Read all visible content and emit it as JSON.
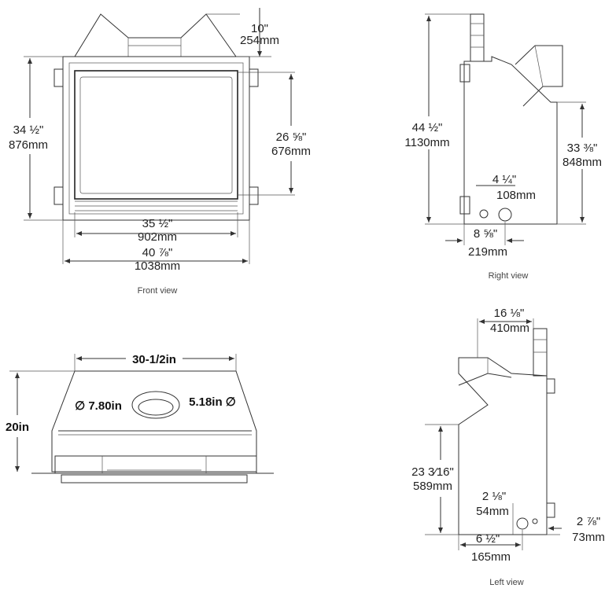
{
  "front_view": {
    "caption": "Front view",
    "top_in": "10\"",
    "top_mm": "254mm",
    "height_in": "34 ½\"",
    "height_mm": "876mm",
    "opening_h_in": "26 ⅝\"",
    "opening_h_mm": "676mm",
    "opening_w_in": "35 ½\"",
    "opening_w_mm": "902mm",
    "width_in": "40 ⅞\"",
    "width_mm": "1038mm"
  },
  "right_view": {
    "caption": "Right view",
    "height_in": "44 ½\"",
    "height_mm": "1130mm",
    "vent_h_in": "33 ⅜\"",
    "vent_h_mm": "848mm",
    "gas_in": "4 ¼\"",
    "gas_mm": "108mm",
    "gas_x_in": "8 ⅝\"",
    "gas_x_mm": "219mm"
  },
  "top_view": {
    "width": "30-1/2in",
    "height": "20in",
    "collar_outer": "∅ 7.80in",
    "collar_inner": "5.18in ∅"
  },
  "left_view": {
    "caption": "Left view",
    "depth_in": "16 ⅛\"",
    "depth_mm": "410mm",
    "vent_h_in": "23 3⁄16\"",
    "vent_h_mm": "589mm",
    "gas_h_in": "2 ⅛\"",
    "gas_h_mm": "54mm",
    "gas_x_in": "6 ½\"",
    "gas_x_mm": "165mm",
    "side_in": "2 ⅞\"",
    "side_mm": "73mm"
  }
}
